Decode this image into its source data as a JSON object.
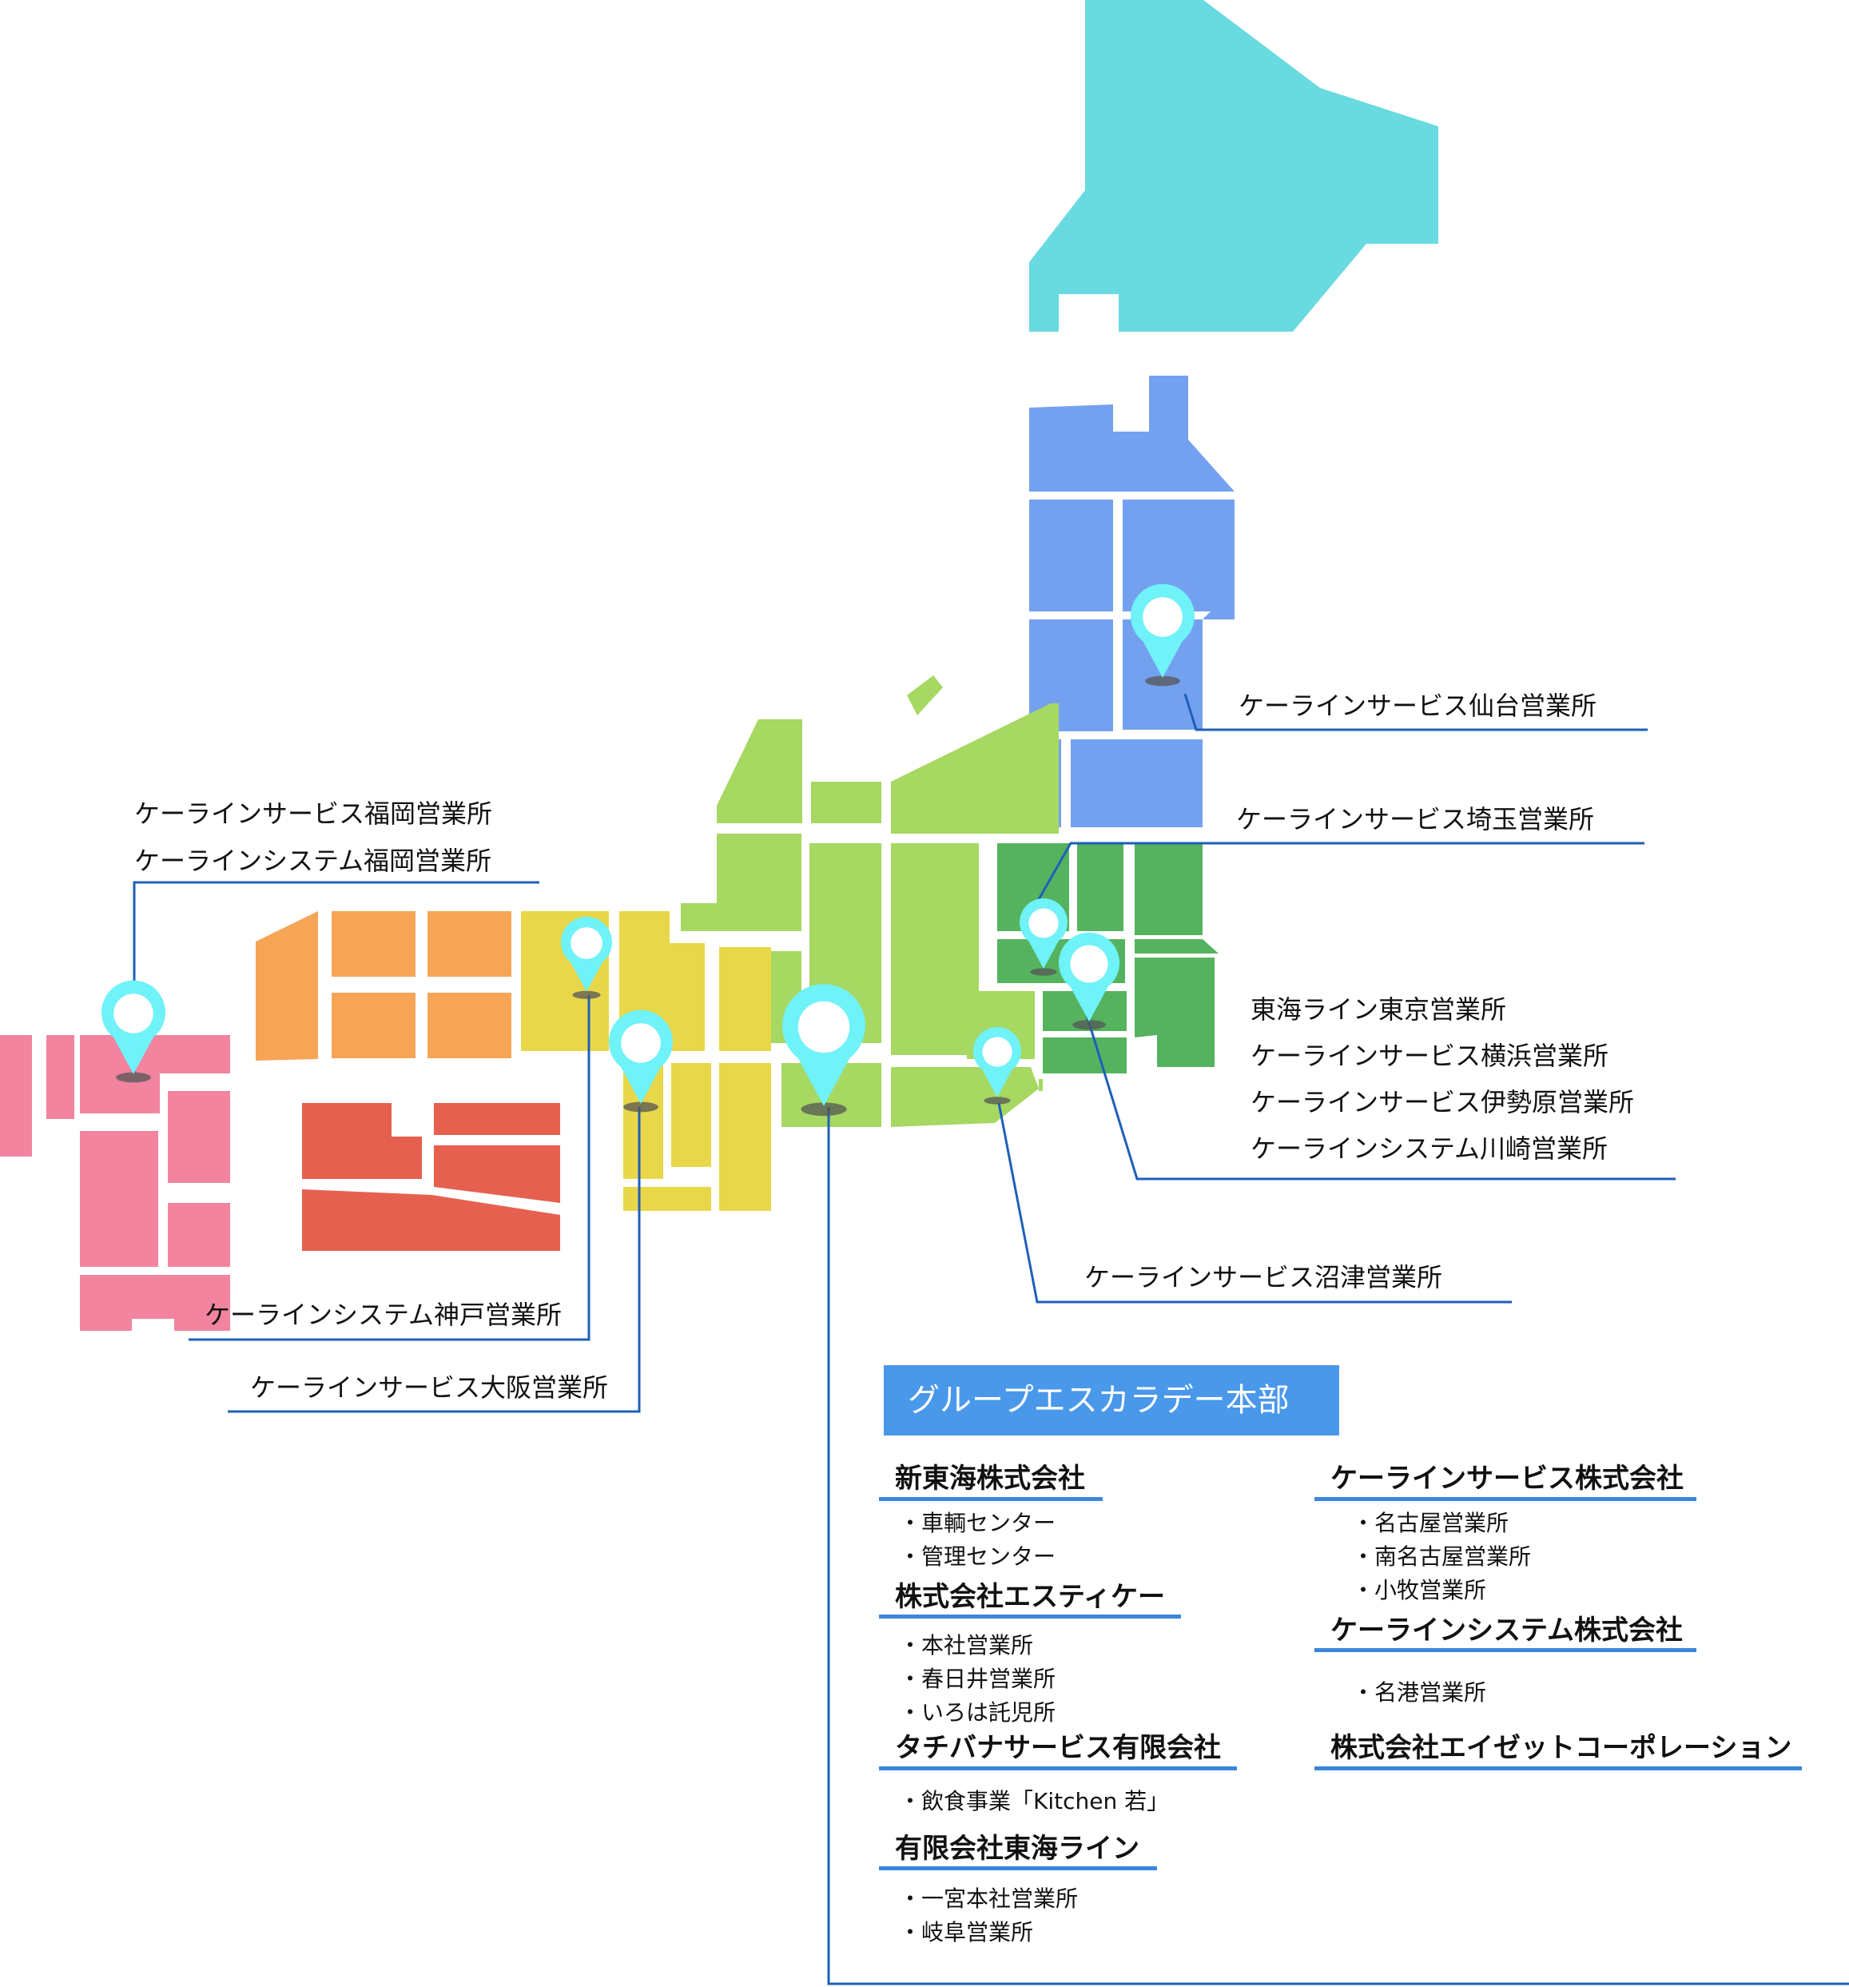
{
  "colors": {
    "hokkaido": "#68dae0",
    "tohoku": "#74a1ef",
    "kanto": "#55b35f",
    "chubu": "#a6d862",
    "kinki": "#e9d74a",
    "chugoku": "#f6a557",
    "shikoku": "#e6604f",
    "kyushu": "#f2849f",
    "pin": "#6ff2f8",
    "leader_line": "#1e5fb8",
    "hq_box": "#4a98ea",
    "underline": "#3a86dc"
  },
  "icons": {
    "pin": "map-pin-icon"
  },
  "offices": {
    "sendai": "ケーラインサービス仙台営業所",
    "saitama": "ケーラインサービス埼玉営業所",
    "fukuoka": [
      "ケーラインサービス福岡営業所",
      "ケーラインシステム福岡営業所"
    ],
    "tokyo_group": [
      "東海ライン東京営業所",
      "ケーラインサービス横浜営業所",
      "ケーラインサービス伊勢原営業所",
      "ケーラインシステム川崎営業所"
    ],
    "numazu": "ケーラインサービス沼津営業所",
    "kobe": "ケーラインシステム神戸営業所",
    "osaka": "ケーラインサービス大阪営業所"
  },
  "headquarters": {
    "title": "グループエスカラデー本部",
    "companies": [
      {
        "name": "新東海株式会社",
        "items": [
          "・車輌センター",
          "・管理センター"
        ]
      },
      {
        "name": "株式会社エスティケー",
        "items": [
          "・本社営業所",
          "・春日井営業所",
          "・いろは託児所"
        ]
      },
      {
        "name": "タチバナサービス有限会社",
        "items": [
          "・飲食事業「Kitchen 若」"
        ]
      },
      {
        "name": "有限会社東海ライン",
        "items": [
          "・一宮本社営業所",
          "・岐阜営業所"
        ]
      },
      {
        "name": "ケーラインサービス株式会社",
        "items": [
          "・名古屋営業所",
          "・南名古屋営業所",
          "・小牧営業所"
        ]
      },
      {
        "name": "ケーラインシステム株式会社",
        "items": [
          "・名港営業所"
        ]
      },
      {
        "name": "株式会社エイゼットコーポレーション",
        "items": []
      }
    ]
  }
}
